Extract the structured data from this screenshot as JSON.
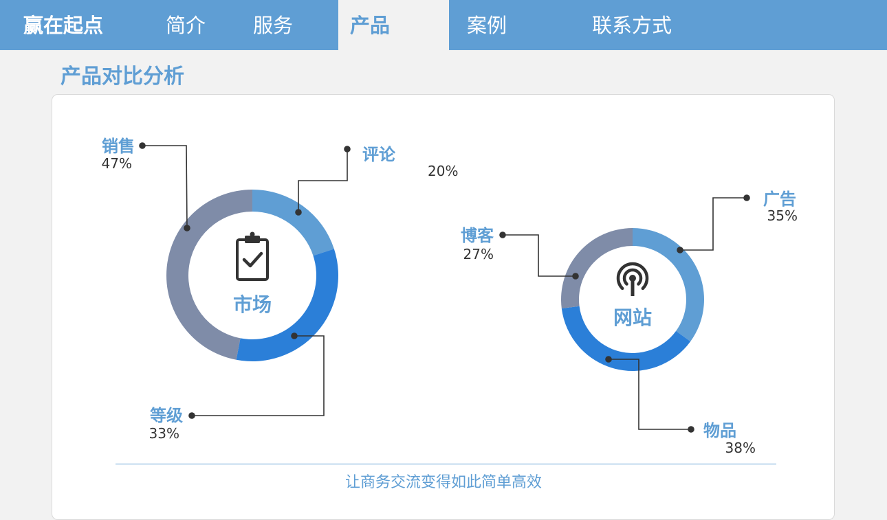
{
  "nav": {
    "brand": "赢在起点",
    "items": [
      {
        "label": "简介",
        "active": false
      },
      {
        "label": "服务",
        "active": false
      },
      {
        "label": "产品",
        "active": true
      },
      {
        "label": "案例",
        "active": false
      },
      {
        "label": "联系方式",
        "active": false
      }
    ]
  },
  "section_title": "产品对比分析",
  "footer": "让商务交流变得如此简单高效",
  "colors": {
    "nav_bg": "#5f9ed4",
    "accent": "#5f9ed4",
    "segment_light": "#5f9ed4",
    "segment_blue": "#2b7fd8",
    "segment_gray": "#7f8ca8",
    "leader": "#333333"
  },
  "chart_data": [
    {
      "type": "pie",
      "center_label": "市场",
      "icon": "clipboard-check-icon",
      "slices": [
        {
          "label": "评论",
          "value": 20,
          "value_label": "20%"
        },
        {
          "label": "等级",
          "value": 33,
          "value_label": "33%"
        },
        {
          "label": "销售",
          "value": 47,
          "value_label": "47%"
        }
      ]
    },
    {
      "type": "pie",
      "center_label": "网站",
      "icon": "broadcast-antenna-icon",
      "slices": [
        {
          "label": "广告",
          "value": 35,
          "value_label": "35%"
        },
        {
          "label": "物品",
          "value": 38,
          "value_label": "38%"
        },
        {
          "label": "博客",
          "value": 27,
          "value_label": "27%"
        }
      ]
    }
  ]
}
